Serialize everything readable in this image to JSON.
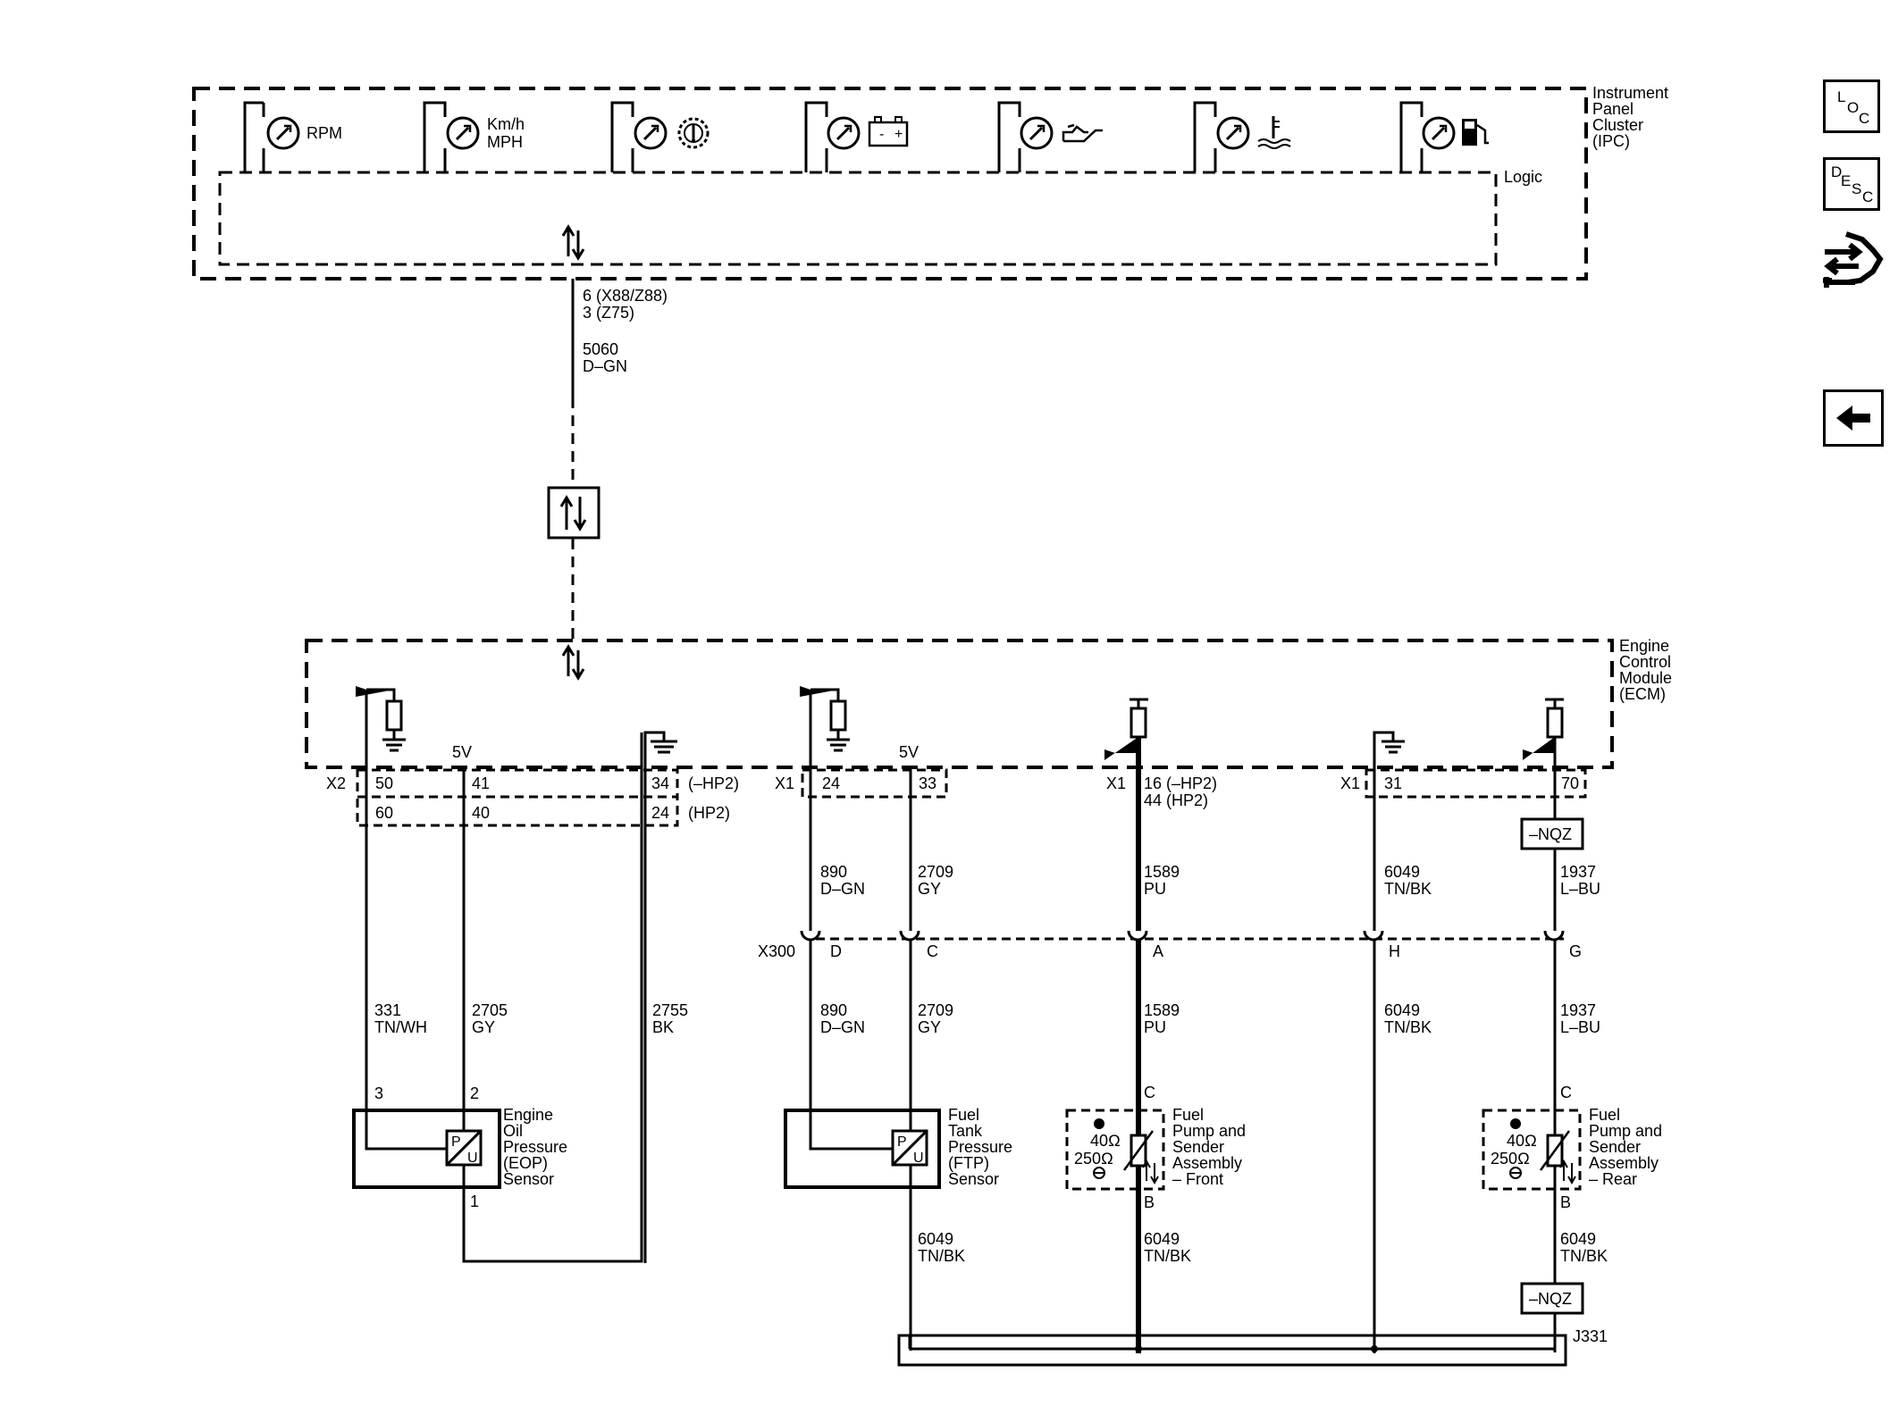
{
  "ipc": {
    "name": [
      "Instrument",
      "Panel",
      "Cluster",
      "(IPC)"
    ],
    "logic": "Logic",
    "gauges": [
      "RPM",
      "Km/h",
      "MPH"
    ],
    "wire_circuit": [
      "6 (X88/Z88)",
      "3 (Z75)"
    ],
    "wire_id": [
      "5060",
      "D–GN"
    ]
  },
  "ecm": {
    "name": [
      "Engine",
      "Control",
      "Module",
      "(ECM)"
    ],
    "v5": "5V",
    "x2": {
      "label": "X2",
      "pins_top": [
        "50",
        "41",
        "34"
      ],
      "pins_bot": [
        "60",
        "40",
        "24"
      ],
      "opt_top": "(–HP2)",
      "opt_bot": "(HP2)"
    },
    "x1a": {
      "label": "X1",
      "pins": [
        "24",
        "33"
      ]
    },
    "x1b": {
      "label": "X1",
      "pins": [
        "16 (–HP2)",
        "44 (HP2)"
      ]
    },
    "x1c": {
      "label": "X1",
      "pins": [
        "31"
      ]
    },
    "pin70": "70"
  },
  "nqz": "–NQZ",
  "x300": {
    "label": "X300",
    "pins": [
      "D",
      "C",
      "A",
      "H",
      "G"
    ]
  },
  "wires": {
    "w890": [
      "890",
      "D–GN"
    ],
    "w2709": [
      "2709",
      "GY"
    ],
    "w1589": [
      "1589",
      "PU"
    ],
    "w6049": [
      "6049",
      "TN/BK"
    ],
    "w1937": [
      "1937",
      "L–BU"
    ],
    "w331": [
      "331",
      "TN/WH"
    ],
    "w2705": [
      "2705",
      "GY"
    ],
    "w2755": [
      "2755",
      "BK"
    ]
  },
  "eop": {
    "name": [
      "Engine",
      "Oil",
      "Pressure",
      "(EOP)",
      "Sensor"
    ],
    "pins": [
      "3",
      "2",
      "1"
    ]
  },
  "ftp": {
    "name": [
      "Fuel",
      "Tank",
      "Pressure",
      "(FTP)",
      "Sensor"
    ]
  },
  "pump_front": {
    "name": [
      "Fuel",
      "Pump and",
      "Sender",
      "Assembly",
      "– Front"
    ],
    "pins": [
      "C",
      "B"
    ],
    "res": [
      "40Ω",
      "250Ω"
    ]
  },
  "pump_rear": {
    "name": [
      "Fuel",
      "Pump and",
      "Sender",
      "Assembly",
      "– Rear"
    ],
    "pins": [
      "C",
      "B"
    ],
    "res": [
      "40Ω",
      "250Ω"
    ]
  },
  "pu": [
    "P",
    "U"
  ],
  "splice": "J331",
  "nav": {
    "loc": [
      "L",
      "O",
      "C"
    ],
    "desc": [
      "D",
      "E",
      "S",
      "C"
    ],
    "icons": [
      "connector-tool-icon",
      "back-arrow-icon"
    ]
  }
}
